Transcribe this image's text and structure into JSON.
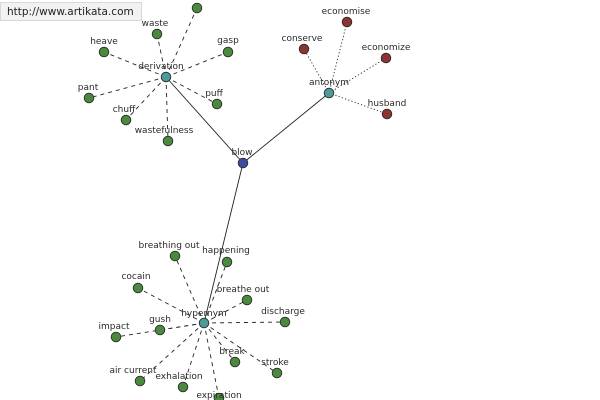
{
  "watermark": "http://www.artikata.com",
  "colors": {
    "center": "#3a4f9c",
    "hub": "#4d9a96",
    "leaf_green": "#4a8a3c",
    "leaf_red": "#8c3434",
    "edge": "#222222"
  },
  "graph": {
    "center": {
      "id": "blow",
      "label": "blow"
    },
    "hubs": [
      {
        "id": "derivation",
        "label": "derivation",
        "style": "dashed"
      },
      {
        "id": "antonym",
        "label": "antonym",
        "style": "dotted"
      },
      {
        "id": "hypernym",
        "label": "hypernym",
        "style": "dashed"
      }
    ],
    "leaves": [
      {
        "id": "waste",
        "label": "waste",
        "hub": "derivation",
        "color": "green"
      },
      {
        "id": "derivation-unlabeled",
        "label": "",
        "hub": "derivation",
        "color": "green"
      },
      {
        "id": "heave",
        "label": "heave",
        "hub": "derivation",
        "color": "green"
      },
      {
        "id": "gasp",
        "label": "gasp",
        "hub": "derivation",
        "color": "green"
      },
      {
        "id": "pant",
        "label": "pant",
        "hub": "derivation",
        "color": "green"
      },
      {
        "id": "chuff",
        "label": "chuff",
        "hub": "derivation",
        "color": "green"
      },
      {
        "id": "puff",
        "label": "puff",
        "hub": "derivation",
        "color": "green"
      },
      {
        "id": "wastefulness",
        "label": "wastefulness",
        "hub": "derivation",
        "color": "green"
      },
      {
        "id": "conserve",
        "label": "conserve",
        "hub": "antonym",
        "color": "red"
      },
      {
        "id": "economise",
        "label": "economise",
        "hub": "antonym",
        "color": "red"
      },
      {
        "id": "economize",
        "label": "economize",
        "hub": "antonym",
        "color": "red"
      },
      {
        "id": "husband",
        "label": "husband",
        "hub": "antonym",
        "color": "red"
      },
      {
        "id": "breathing-out",
        "label": "breathing out",
        "hub": "hypernym",
        "color": "green"
      },
      {
        "id": "happening",
        "label": "happening",
        "hub": "hypernym",
        "color": "green"
      },
      {
        "id": "cocain",
        "label": "cocain",
        "hub": "hypernym",
        "color": "green"
      },
      {
        "id": "breathe-out",
        "label": "breathe out",
        "hub": "hypernym",
        "color": "green"
      },
      {
        "id": "impact",
        "label": "impact",
        "hub": "hypernym",
        "color": "green"
      },
      {
        "id": "gush",
        "label": "gush",
        "hub": "hypernym",
        "color": "green"
      },
      {
        "id": "discharge",
        "label": "discharge",
        "hub": "hypernym",
        "color": "green"
      },
      {
        "id": "break",
        "label": "break",
        "hub": "hypernym",
        "color": "green"
      },
      {
        "id": "stroke",
        "label": "stroke",
        "hub": "hypernym",
        "color": "green"
      },
      {
        "id": "air-current",
        "label": "air current",
        "hub": "hypernym",
        "color": "green"
      },
      {
        "id": "exhalation",
        "label": "exhalation",
        "hub": "hypernym",
        "color": "green"
      },
      {
        "id": "expiration",
        "label": "expiration",
        "hub": "hypernym",
        "color": "green"
      }
    ]
  }
}
